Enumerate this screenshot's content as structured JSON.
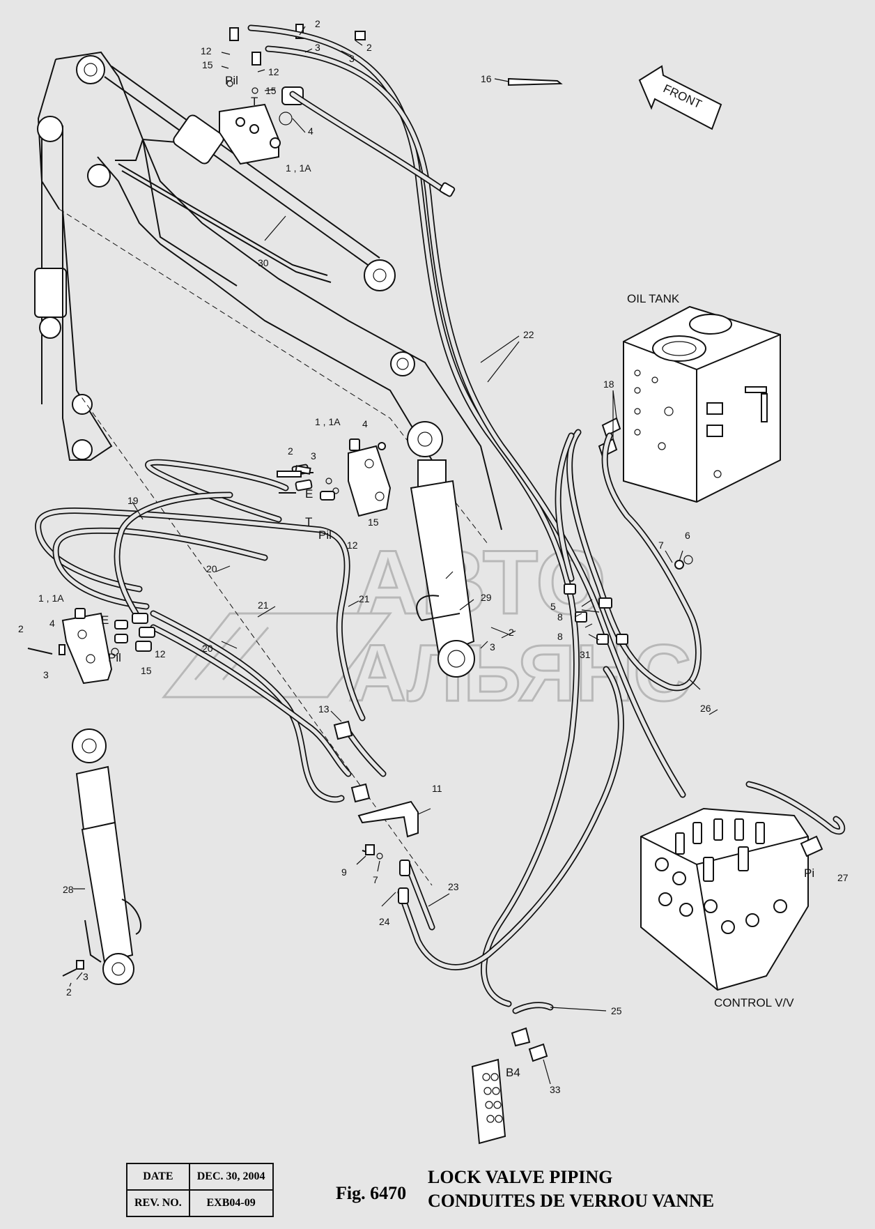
{
  "watermark": {
    "line1": "АВТО",
    "line2": "АЛЬЯНС"
  },
  "direction_label": "FRONT",
  "components": {
    "oil_tank": "OIL TANK",
    "control_valve": "CONTROL V/V"
  },
  "callouts": {
    "n2": "2",
    "n3": "3",
    "n4": "4",
    "n5": "5",
    "n6": "6",
    "n7": "7",
    "n8": "8",
    "n9": "9",
    "n11": "11",
    "n12": "12",
    "n13": "13",
    "n15": "15",
    "n16": "16",
    "n18": "18",
    "n19": "19",
    "n20": "20",
    "n21": "21",
    "n22": "22",
    "n23": "23",
    "n24": "24",
    "n25": "25",
    "n26": "26",
    "n27": "27",
    "n28": "28",
    "n29": "29",
    "n30": "30",
    "n31": "31",
    "n33": "33",
    "valve_1_1a": "1 , 1A",
    "port_pil": "Pil",
    "port_t": "T",
    "port_e": "E",
    "port_pi": "Pi",
    "port_b4": "B4"
  },
  "title_block": {
    "date_label": "DATE",
    "date_value": "DEC. 30, 2004",
    "rev_label": "REV. NO.",
    "rev_value": "EXB04-09"
  },
  "figure": {
    "number": "Fig. 6470",
    "title_en": "LOCK VALVE PIPING",
    "title_fr": "CONDUITES DE VERROU VANNE"
  },
  "colors": {
    "background": "#e6e6e6",
    "ink": "#111111",
    "watermark": "#b8b8b8"
  }
}
